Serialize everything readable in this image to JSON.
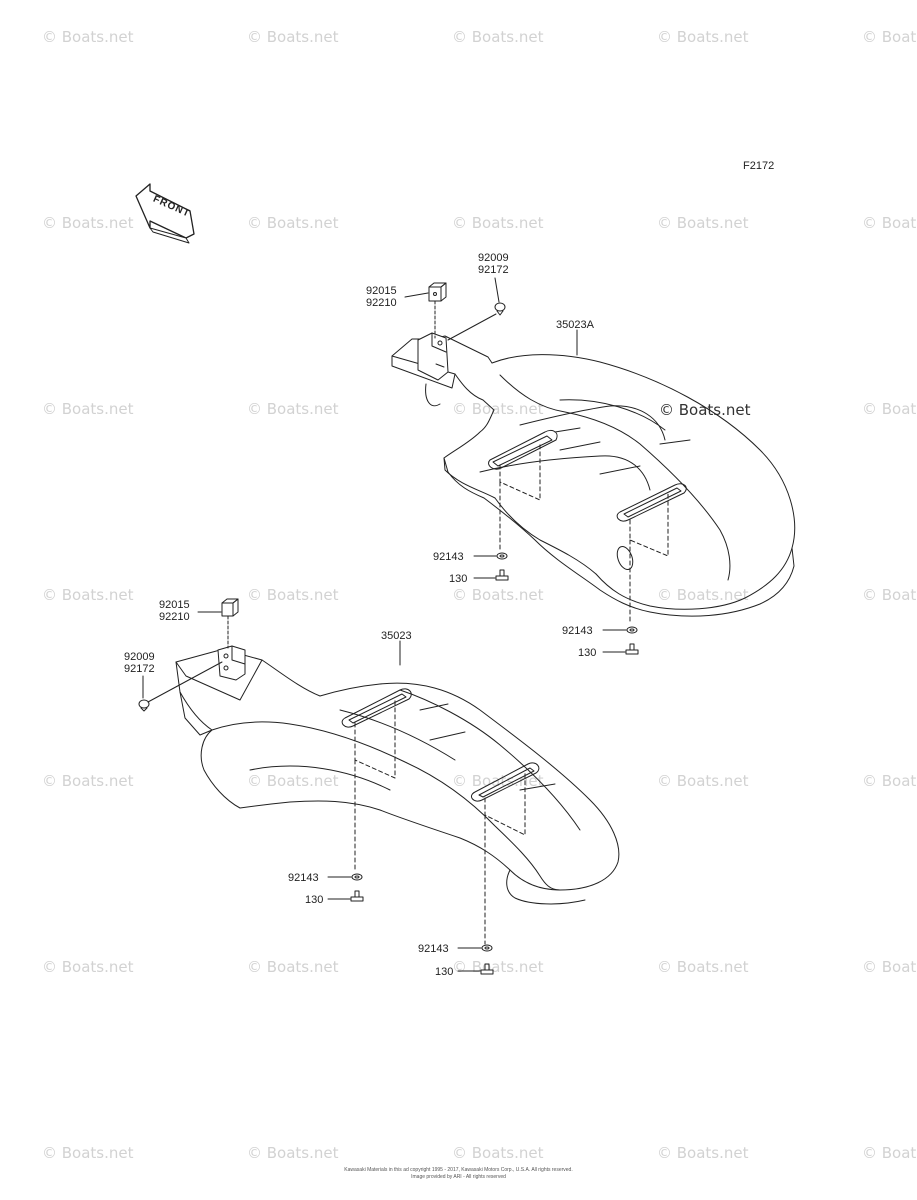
{
  "figure_id": "F2172",
  "front_label": "FRONT",
  "watermark": "© Boats.net",
  "copyright": {
    "line1": "Kawasaki Materials in this ad copyright 1995 - 2017, Kawasaki Motors Corp., U.S.A. All rights reserved.",
    "line2": "Image provided by ARI - All rights reserved"
  },
  "upper_assembly": {
    "part_main": "35023A",
    "callout_bracket_nut_a": "92015",
    "callout_bracket_nut_b": "92210",
    "callout_bolt_a": "92009",
    "callout_bolt_b": "92172",
    "callout_washer_1": "92143",
    "callout_screw_1": "130",
    "callout_washer_2": "92143",
    "callout_screw_2": "130"
  },
  "lower_assembly": {
    "part_main": "35023",
    "callout_bracket_nut_a": "92015",
    "callout_bracket_nut_b": "92210",
    "callout_bolt_a": "92009",
    "callout_bolt_b": "92172",
    "callout_washer_1": "92143",
    "callout_screw_1": "130",
    "callout_washer_2": "92143",
    "callout_screw_2": "130"
  }
}
